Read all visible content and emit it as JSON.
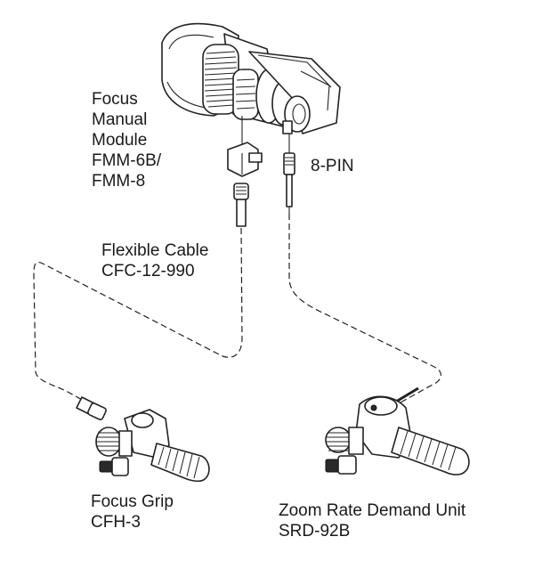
{
  "labels": {
    "fmm": [
      "Focus",
      "Manual",
      "Module",
      "FMM-6B/",
      "FMM-8"
    ],
    "pin": "8-PIN",
    "cable": [
      "Flexible Cable",
      "CFC-12-990"
    ],
    "grip": [
      "Focus Grip",
      "CFH-3"
    ],
    "zoom": [
      "Zoom Rate Demand Unit",
      "SRD-92B"
    ]
  }
}
